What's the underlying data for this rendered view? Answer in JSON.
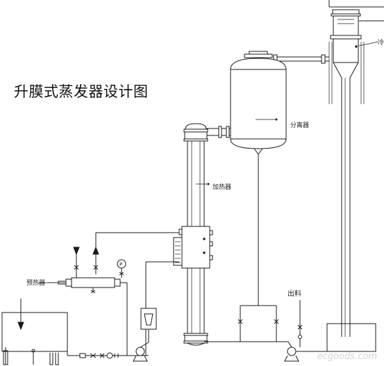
{
  "title": "升膜式蒸发器设计图",
  "labels": {
    "separator": "分离器",
    "heater": "加热器",
    "preheater": "预热器",
    "discharge": "出料",
    "cooler_partial": "冷"
  },
  "watermark": "ecgoods.com"
}
